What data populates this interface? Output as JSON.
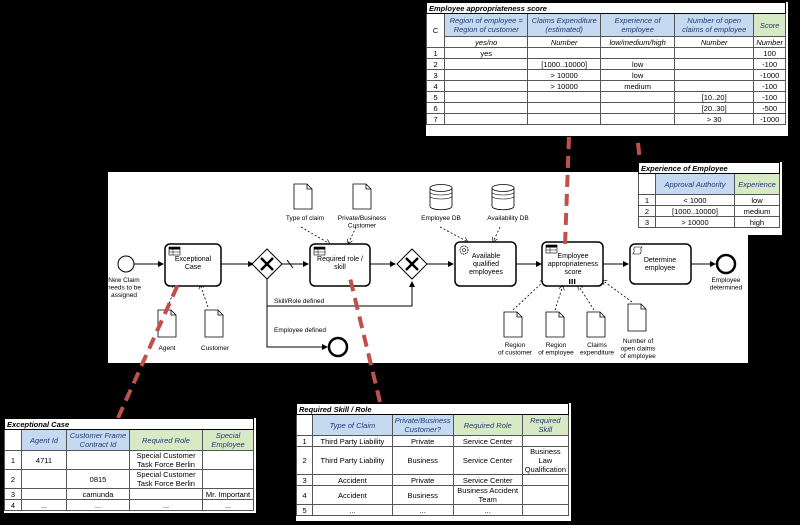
{
  "process": {
    "events": {
      "start": "New Claim needs to be assigned",
      "end_main": "Employee determined"
    },
    "tasks": {
      "exceptional_case": "Exceptional Case",
      "required_role": "Required role / skill",
      "available_employees": "Available qualified employees",
      "appropriateness_score": "Employee appropriateness score",
      "determine_employee": "Determine employee"
    },
    "flows": {
      "skill_role_defined": "Skill/Role defined",
      "employee_defined": "Employee defined"
    },
    "data_objects": {
      "type_of_claim": "Type of claim",
      "private_business_customer": "Private/Business Customer",
      "agent": "Agent",
      "customer": "Customer",
      "region_of_customer": "Region of customer",
      "region_of_employee": "Region of employee",
      "claims_expenditure": "Claims expenditure",
      "open_claims": "Number of open claims of employee"
    },
    "data_stores": {
      "employee_db": "Employee DB",
      "availability_db": "Availability DB"
    }
  },
  "score_table": {
    "title": "Employee appropriateness score",
    "hit_policy": "C",
    "headers": [
      "Region of employee = Region of customer",
      "Claims Expenditure (estimated)",
      "Experience of employee",
      "Number of open claims of employee",
      "Score"
    ],
    "types": [
      "yes/no",
      "Number",
      "low/medium/high",
      "Number",
      "Number"
    ],
    "rows": [
      [
        "1",
        "yes",
        "",
        "",
        "",
        "100"
      ],
      [
        "2",
        "",
        "[1000..10000]",
        "low",
        "",
        "-100"
      ],
      [
        "3",
        "",
        "> 10000",
        "low",
        "",
        "-1000"
      ],
      [
        "4",
        "",
        "> 10000",
        "medium",
        "",
        "-100"
      ],
      [
        "5",
        "",
        "",
        "",
        "[10..20]",
        "-100"
      ],
      [
        "6",
        "",
        "",
        "",
        "[20..30]",
        "-500"
      ],
      [
        "7",
        "",
        "",
        "",
        "> 30",
        "-1000"
      ]
    ]
  },
  "experience_table": {
    "title": "Experience of Employee",
    "headers": [
      "Approval Authority",
      "Experience"
    ],
    "rows": [
      [
        "1",
        "< 1000",
        "low"
      ],
      [
        "2",
        "[1000..10000]",
        "medium"
      ],
      [
        "3",
        "> 10000",
        "high"
      ]
    ]
  },
  "exceptional_table": {
    "title": "Exceptional Case",
    "headers": [
      "Agent Id",
      "Customer Frame Contract Id",
      "Required Role",
      "Special Employee"
    ],
    "rows": [
      [
        "1",
        "4711",
        "",
        "Special Customer Task Force Berlin",
        ""
      ],
      [
        "2",
        "",
        "0815",
        "Special Customer Task Force Berlin",
        ""
      ],
      [
        "3",
        "",
        "camunda",
        "",
        "Mr. Important"
      ],
      [
        "4",
        "...",
        "...",
        "...",
        "..."
      ]
    ]
  },
  "skill_table": {
    "title": "Required Skill / Role",
    "headers": [
      "Type of Claim",
      "Private/Business Customer?",
      "Required Role",
      "Required Skill"
    ],
    "rows": [
      [
        "1",
        "Third Party Liability",
        "Private",
        "Service Center",
        ""
      ],
      [
        "2",
        "Third Party Liability",
        "Business",
        "Service Center",
        "Business Law Qualification"
      ],
      [
        "3",
        "Accident",
        "Private",
        "Service Center",
        ""
      ],
      [
        "4",
        "Accident",
        "Business",
        "Business Accident Team",
        ""
      ],
      [
        "5",
        "...",
        "...",
        "...",
        ""
      ]
    ]
  },
  "colors": {
    "input_header": "#c5d9f1",
    "output_header": "#d8e9c5",
    "connector": "#c0504d"
  }
}
